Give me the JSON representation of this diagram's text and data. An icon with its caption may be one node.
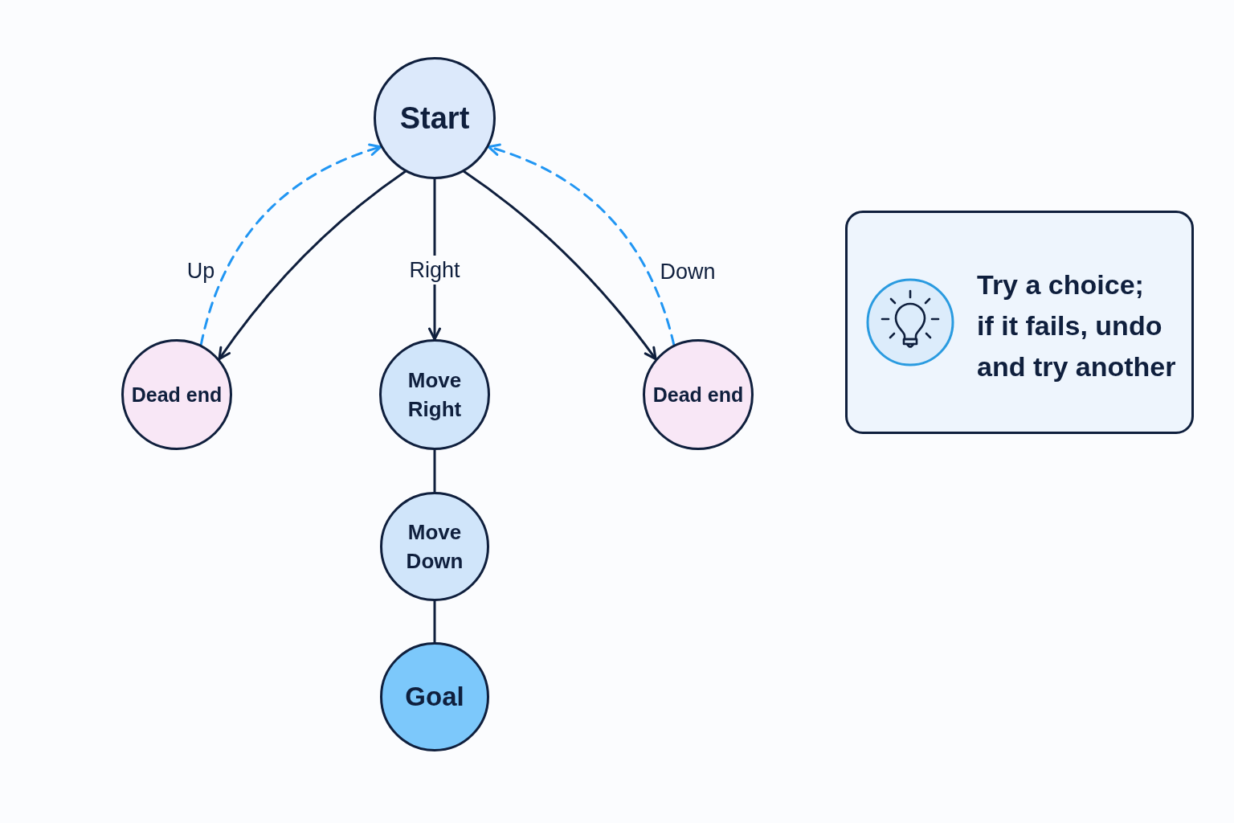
{
  "diagram": {
    "nodes": [
      {
        "text": [
          "Start"
        ]
      },
      {
        "text": [
          "Dead end"
        ]
      },
      {
        "text": [
          "Move Right"
        ]
      },
      {
        "text": [
          "Dead end"
        ]
      },
      {
        "text": [
          "Move Down"
        ]
      },
      {
        "text": [
          "Goal"
        ]
      },
      {
        "text": [
          "Try a choice; if it fails, undo and try another"
        ]
      }
    ],
    "edges": [
      {
        "from": 0,
        "to": 1,
        "arrow": "to"
      },
      {
        "from": 0,
        "to": 2,
        "arrow": "to",
        "label": "Right"
      },
      {
        "from": 0,
        "to": 3,
        "arrow": "to"
      },
      {
        "from": 1,
        "to": 0,
        "arrow": "to",
        "label": "Up",
        "style": "dashed",
        "color": "#2196f3"
      },
      {
        "from": 3,
        "to": 0,
        "arrow": "to",
        "label": "Down",
        "style": "dashed",
        "color": "#2196f3"
      },
      {
        "from": 2,
        "to": 4,
        "arrow": "none"
      },
      {
        "from": 4,
        "to": 5,
        "arrow": "none"
      }
    ]
  }
}
